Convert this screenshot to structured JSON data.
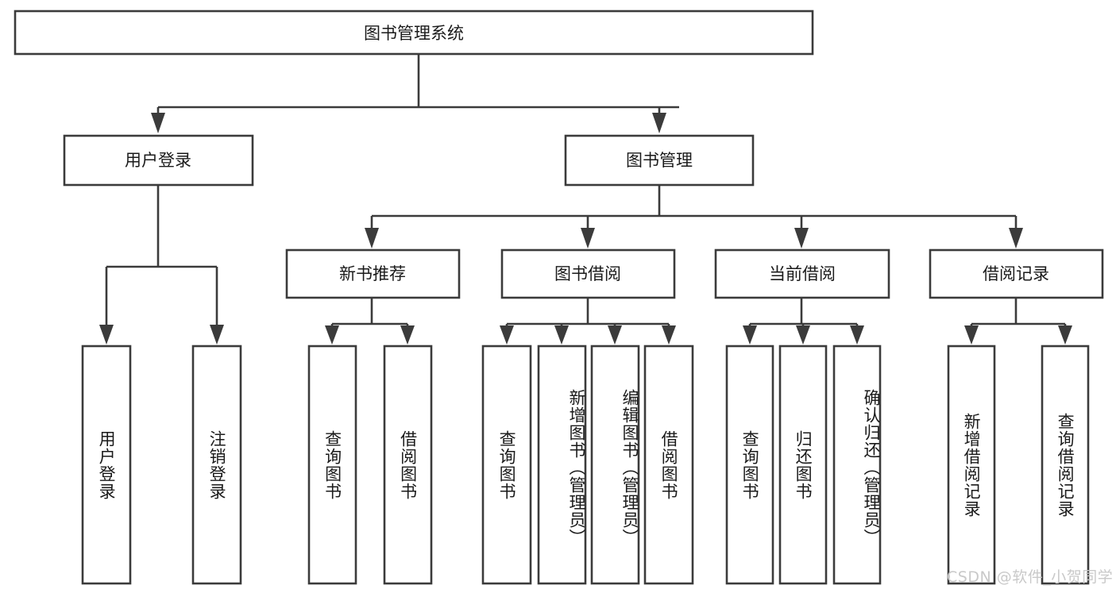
{
  "diagram": {
    "title": "图书管理系统",
    "type": "hierarchy-tree",
    "root": {
      "label": "图书管理系统",
      "children": [
        {
          "label": "用户登录",
          "children": [
            {
              "label": "用户登录"
            },
            {
              "label": "注销登录"
            }
          ]
        },
        {
          "label": "图书管理",
          "children": [
            {
              "label": "新书推荐",
              "children": [
                {
                  "label": "查询图书"
                },
                {
                  "label": "借阅图书"
                }
              ]
            },
            {
              "label": "图书借阅",
              "children": [
                {
                  "label": "查询图书"
                },
                {
                  "label": "新增图书（管理员）"
                },
                {
                  "label": "编辑图书（管理员）"
                },
                {
                  "label": "借阅图书"
                }
              ]
            },
            {
              "label": "当前借阅",
              "children": [
                {
                  "label": "查询图书"
                },
                {
                  "label": "归还图书"
                },
                {
                  "label": "确认归还（管理员）"
                }
              ]
            },
            {
              "label": "借阅记录",
              "children": [
                {
                  "label": "新增借阅记录"
                },
                {
                  "label": "查询借阅记录"
                }
              ]
            }
          ]
        }
      ]
    }
  },
  "nodes": {
    "root": "图书管理系统",
    "l2_user_login": "用户登录",
    "l2_book_mgmt": "图书管理",
    "l3_new_book_rec": "新书推荐",
    "l3_book_borrow": "图书借阅",
    "l3_current_borrow": "当前借阅",
    "l3_borrow_record": "借阅记录",
    "leaf_user_login": "用户登录",
    "leaf_logout": "注销登录",
    "leaf_rec_query_book": "查询图书",
    "leaf_rec_borrow_book": "借阅图书",
    "leaf_bb_query_book": "查询图书",
    "leaf_bb_add_book": "新增图书（管理员）",
    "leaf_bb_edit_book": "编辑图书（管理员）",
    "leaf_bb_borrow_book": "借阅图书",
    "leaf_cb_query_book": "查询图书",
    "leaf_cb_return_book": "归还图书",
    "leaf_cb_confirm_return": "确认归还（管理员）",
    "leaf_br_add_record": "新增借阅记录",
    "leaf_br_query_record": "查询借阅记录"
  },
  "watermark": {
    "text": "CSDN @软件_小贺同学"
  },
  "colors": {
    "stroke": "#3b3b3b",
    "fill": "#ffffff",
    "text": "#1a1a1a",
    "watermark": "#c9c9c9",
    "background": "#ffffff"
  }
}
